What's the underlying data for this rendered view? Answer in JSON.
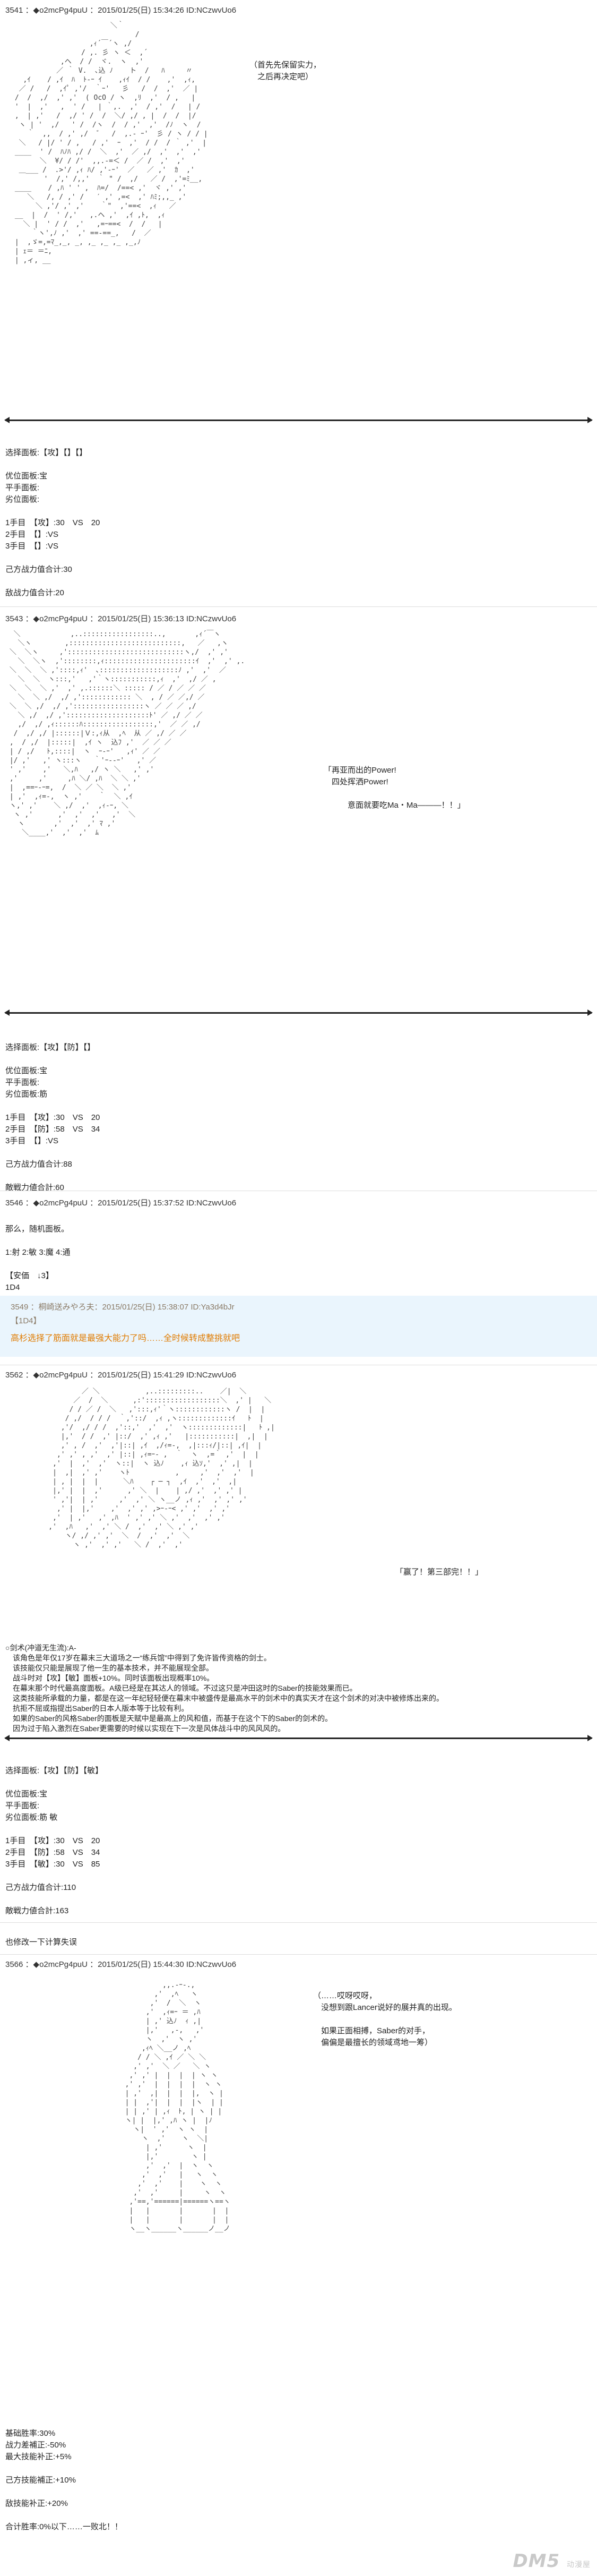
{
  "posts": [
    {
      "header": "3541 ：◆o2mcPg4puU ：2015/01/25(日) 15:34:26 ID:NCzwvUo6",
      "speech": "（首先先保留实力，\n　之后再决定吧）",
      "lines": [
        "选择面板:【攻】【】【】",
        "",
        "优位面板:宝",
        "平手面板:",
        "劣位面板:",
        "",
        "1手目　【攻】:30　VS　20",
        "2手目　【】:VS",
        "3手目　【】:VS",
        "",
        "己方战力值合计:30",
        "",
        "敌战力值合计:20"
      ]
    },
    {
      "header": "3543 ：◆o2mcPg4puU ：2015/01/25(日) 15:36:13 ID:NCzwvUo6",
      "speech": "「再亚而出的Power!\n　四处挥洒Power!\n\n　　　意面就要吃Ma・Ma―――！！」",
      "lines": [
        "选择面板:【攻】【防】【】",
        "",
        "优位面板:宝",
        "平手面板:",
        "劣位面板:筋",
        "",
        "1手目　【攻】:30　VS　20",
        "2手目　【防】:58　VS　34",
        "3手目　【】:VS",
        "",
        "己方战力值合计:88",
        "",
        "敵戦力値合計:60"
      ]
    },
    {
      "header": "3546 ：◆o2mcPg4puU ：2015/01/25(日) 15:37:52 ID:NCzwvUo6",
      "lines": [
        "那么，随机面板。",
        "",
        "1:射 2:敏 3:魔 4:通",
        "",
        "【安価　↓3】",
        "1D4"
      ]
    },
    {
      "quote_header": "3549 ：桐崎送みやろ夫：2015/01/25(日) 15:38:07 ID:Ya3d4bJr",
      "quote_num": "【1D4】",
      "quote_text": "高杉选择了筋面就是最强大能力了吗……全时候转成整挑就吧"
    },
    {
      "header": "3562 ：◆o2mcPg4puU ：2015/01/25(日) 15:41:29 ID:NCzwvUo6",
      "speech": "「赢了！第三部完！！」",
      "lines": [
        "○剑术(冲道无生流):A-",
        "　该角色是年仅17岁在幕末三大道场之一“练兵馆”中得到了免许皆传资格的剑士。",
        "　该技能仅只能是展现了他一生的基本技术，并不能展现全部。",
        "　战斗时对【攻】【敏】面板+10%。同时该面板出现概率10%。",
        "　在幕末那个时代最高度面板。A级已经是在其达人的领域。不过这只是冲田这时的Saber的技能效果而已。",
        "　这类技能所承载的力量，都是在这一年纪轻轻便在幕末中被盛传是最高水平的剑术中的真实天才在这个剑术的对决中被修炼出来的。",
        "　抗拒不屈或指提出Saber的日本人版本等于比较有利。",
        "　如果的Saber的风格Saber的面板是天赋中是最高上的风和值，而基于在这个下的Saber的剑术的。",
        "　因为过于陷入激烈在Saber更需要的时候以实现在下一次是风体战斗中的风风风的。"
      ],
      "lines2": [
        "选择面板:【攻】【防】【敏】",
        "",
        "优位面板:宝",
        "平手面板:",
        "劣位面板:筋 敏",
        "",
        "1手目　【攻】:30　VS　20",
        "2手目　【防】:58　VS　34",
        "3手目　【敏】:30　VS　85",
        "",
        "己方战力值合计:110",
        "",
        "敵戦力値合計:163"
      ]
    },
    {
      "pre": "也修改一下计算失误",
      "header": "3566 ：◆o2mcPg4puU ：2015/01/25(日) 15:44:30 ID:NCzwvUo6",
      "speech": "（……哎呀哎呀，\n　没想到跟Lancer说好的展并真的出现。\n\n　如果正面相搏，Saber的对手，\n　偏偏是最擅长的领域鸢地一筹）",
      "lines": [
        "基础胜率:30%",
        "战力差補正:-50%",
        "最大技能补正:+5%",
        "",
        "己方技能補正:+10%",
        "",
        "敌技能补正:+20%",
        "",
        "合计胜率:0%以下……一败北！！"
      ]
    }
  ],
  "watermark": "DM5",
  "watermark_sub": "动漫屋"
}
